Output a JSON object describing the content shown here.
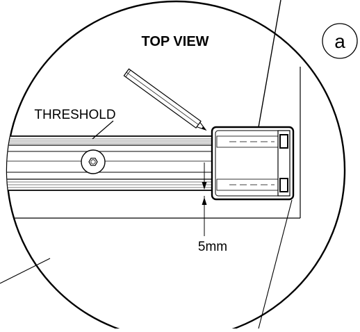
{
  "diagram": {
    "title": "TOP VIEW",
    "step_marker": "a",
    "part_label": "THRESHOLD",
    "dimension": "5mm",
    "colors": {
      "line": "#000000",
      "background": "#ffffff",
      "cap_fill": "#ffffff"
    },
    "icons": [
      "pencil-icon",
      "hex-screw-icon",
      "circled-letter-marker"
    ]
  }
}
